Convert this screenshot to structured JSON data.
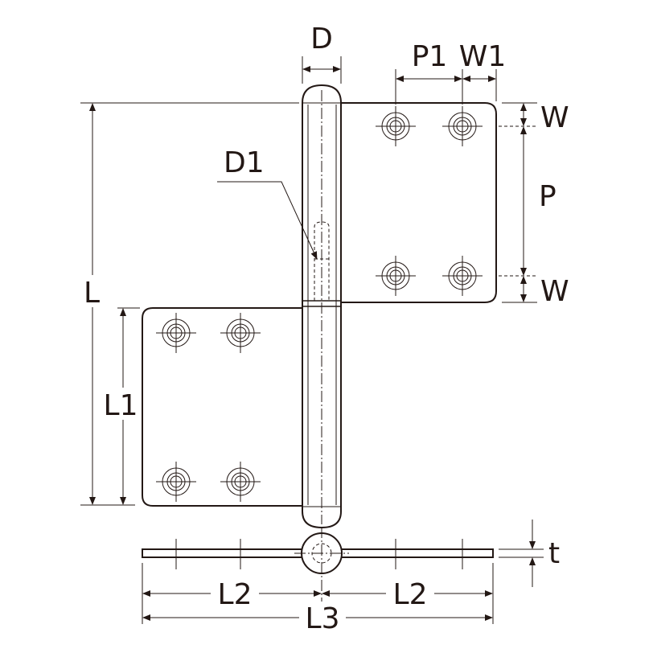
{
  "labels": {
    "D": "D",
    "P1": "P1",
    "W1": "W1",
    "W_top": "W",
    "P": "P",
    "W_bottom": "W",
    "D1": "D1",
    "L": "L",
    "L1": "L1",
    "t": "t",
    "L2_left": "L2",
    "L2_right": "L2",
    "L3": "L3"
  },
  "colors": {
    "line": "#231815",
    "background": "#ffffff"
  }
}
